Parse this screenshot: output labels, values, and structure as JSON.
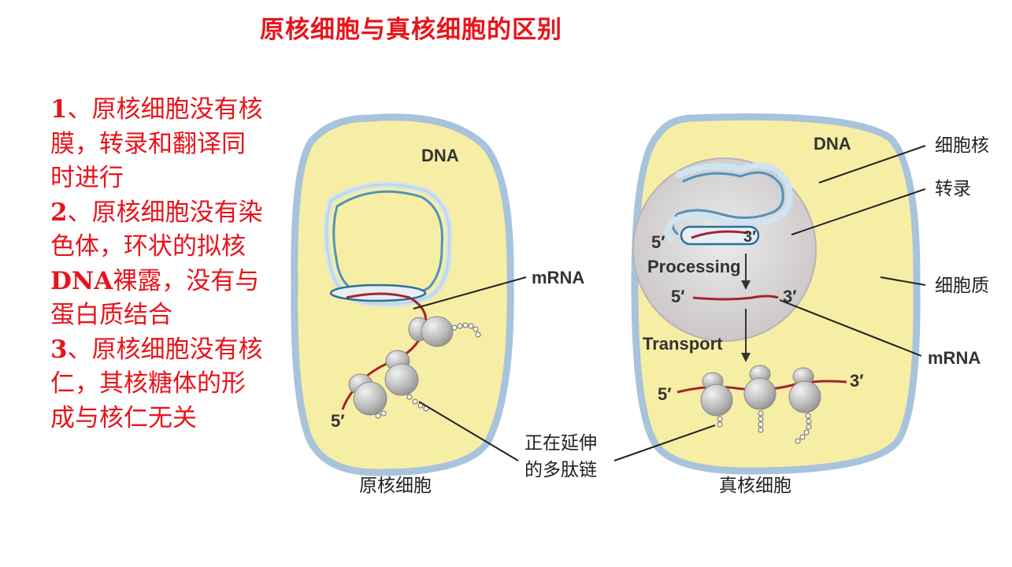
{
  "title": "原核细胞与真核细胞的区别",
  "points": [
    {
      "num": "1",
      "text": "、原核细胞没有核膜，转录和翻译同时进行"
    },
    {
      "num": "2",
      "text": "、原核细胞没有染色体，环状的拟核",
      "bold": "DNA",
      "text2": "裸露，没有与蛋白质结合"
    },
    {
      "num": "3",
      "text": "、原核细胞没有核仁，其核糖体的形成与核仁无关"
    }
  ],
  "diagram": {
    "prokaryote_caption": "原核细胞",
    "eukaryote_caption": "真核细胞",
    "dna_label_left": "DNA",
    "dna_label_right": "DNA",
    "mrna_label_center": "mRNA",
    "mrna_label_right": "mRNA",
    "five_prime": "5′",
    "three_prime": "3′",
    "processing": "Processing",
    "transport": "Transport",
    "nucleus_label": "细胞核",
    "transcription_label": "转录",
    "cytoplasm_label": "细胞质",
    "polypeptide_label_line1": "正在延伸",
    "polypeptide_label_line2": "的多肽链"
  },
  "colors": {
    "title": "#e8141b",
    "cell_fill": "#f7eea5",
    "cell_border": "#a8c3dc",
    "dna": "#2c6f9a",
    "mrna": "#a5242b",
    "nucleus": "#d6d3d3",
    "ribosome": "#b9b9b9"
  }
}
